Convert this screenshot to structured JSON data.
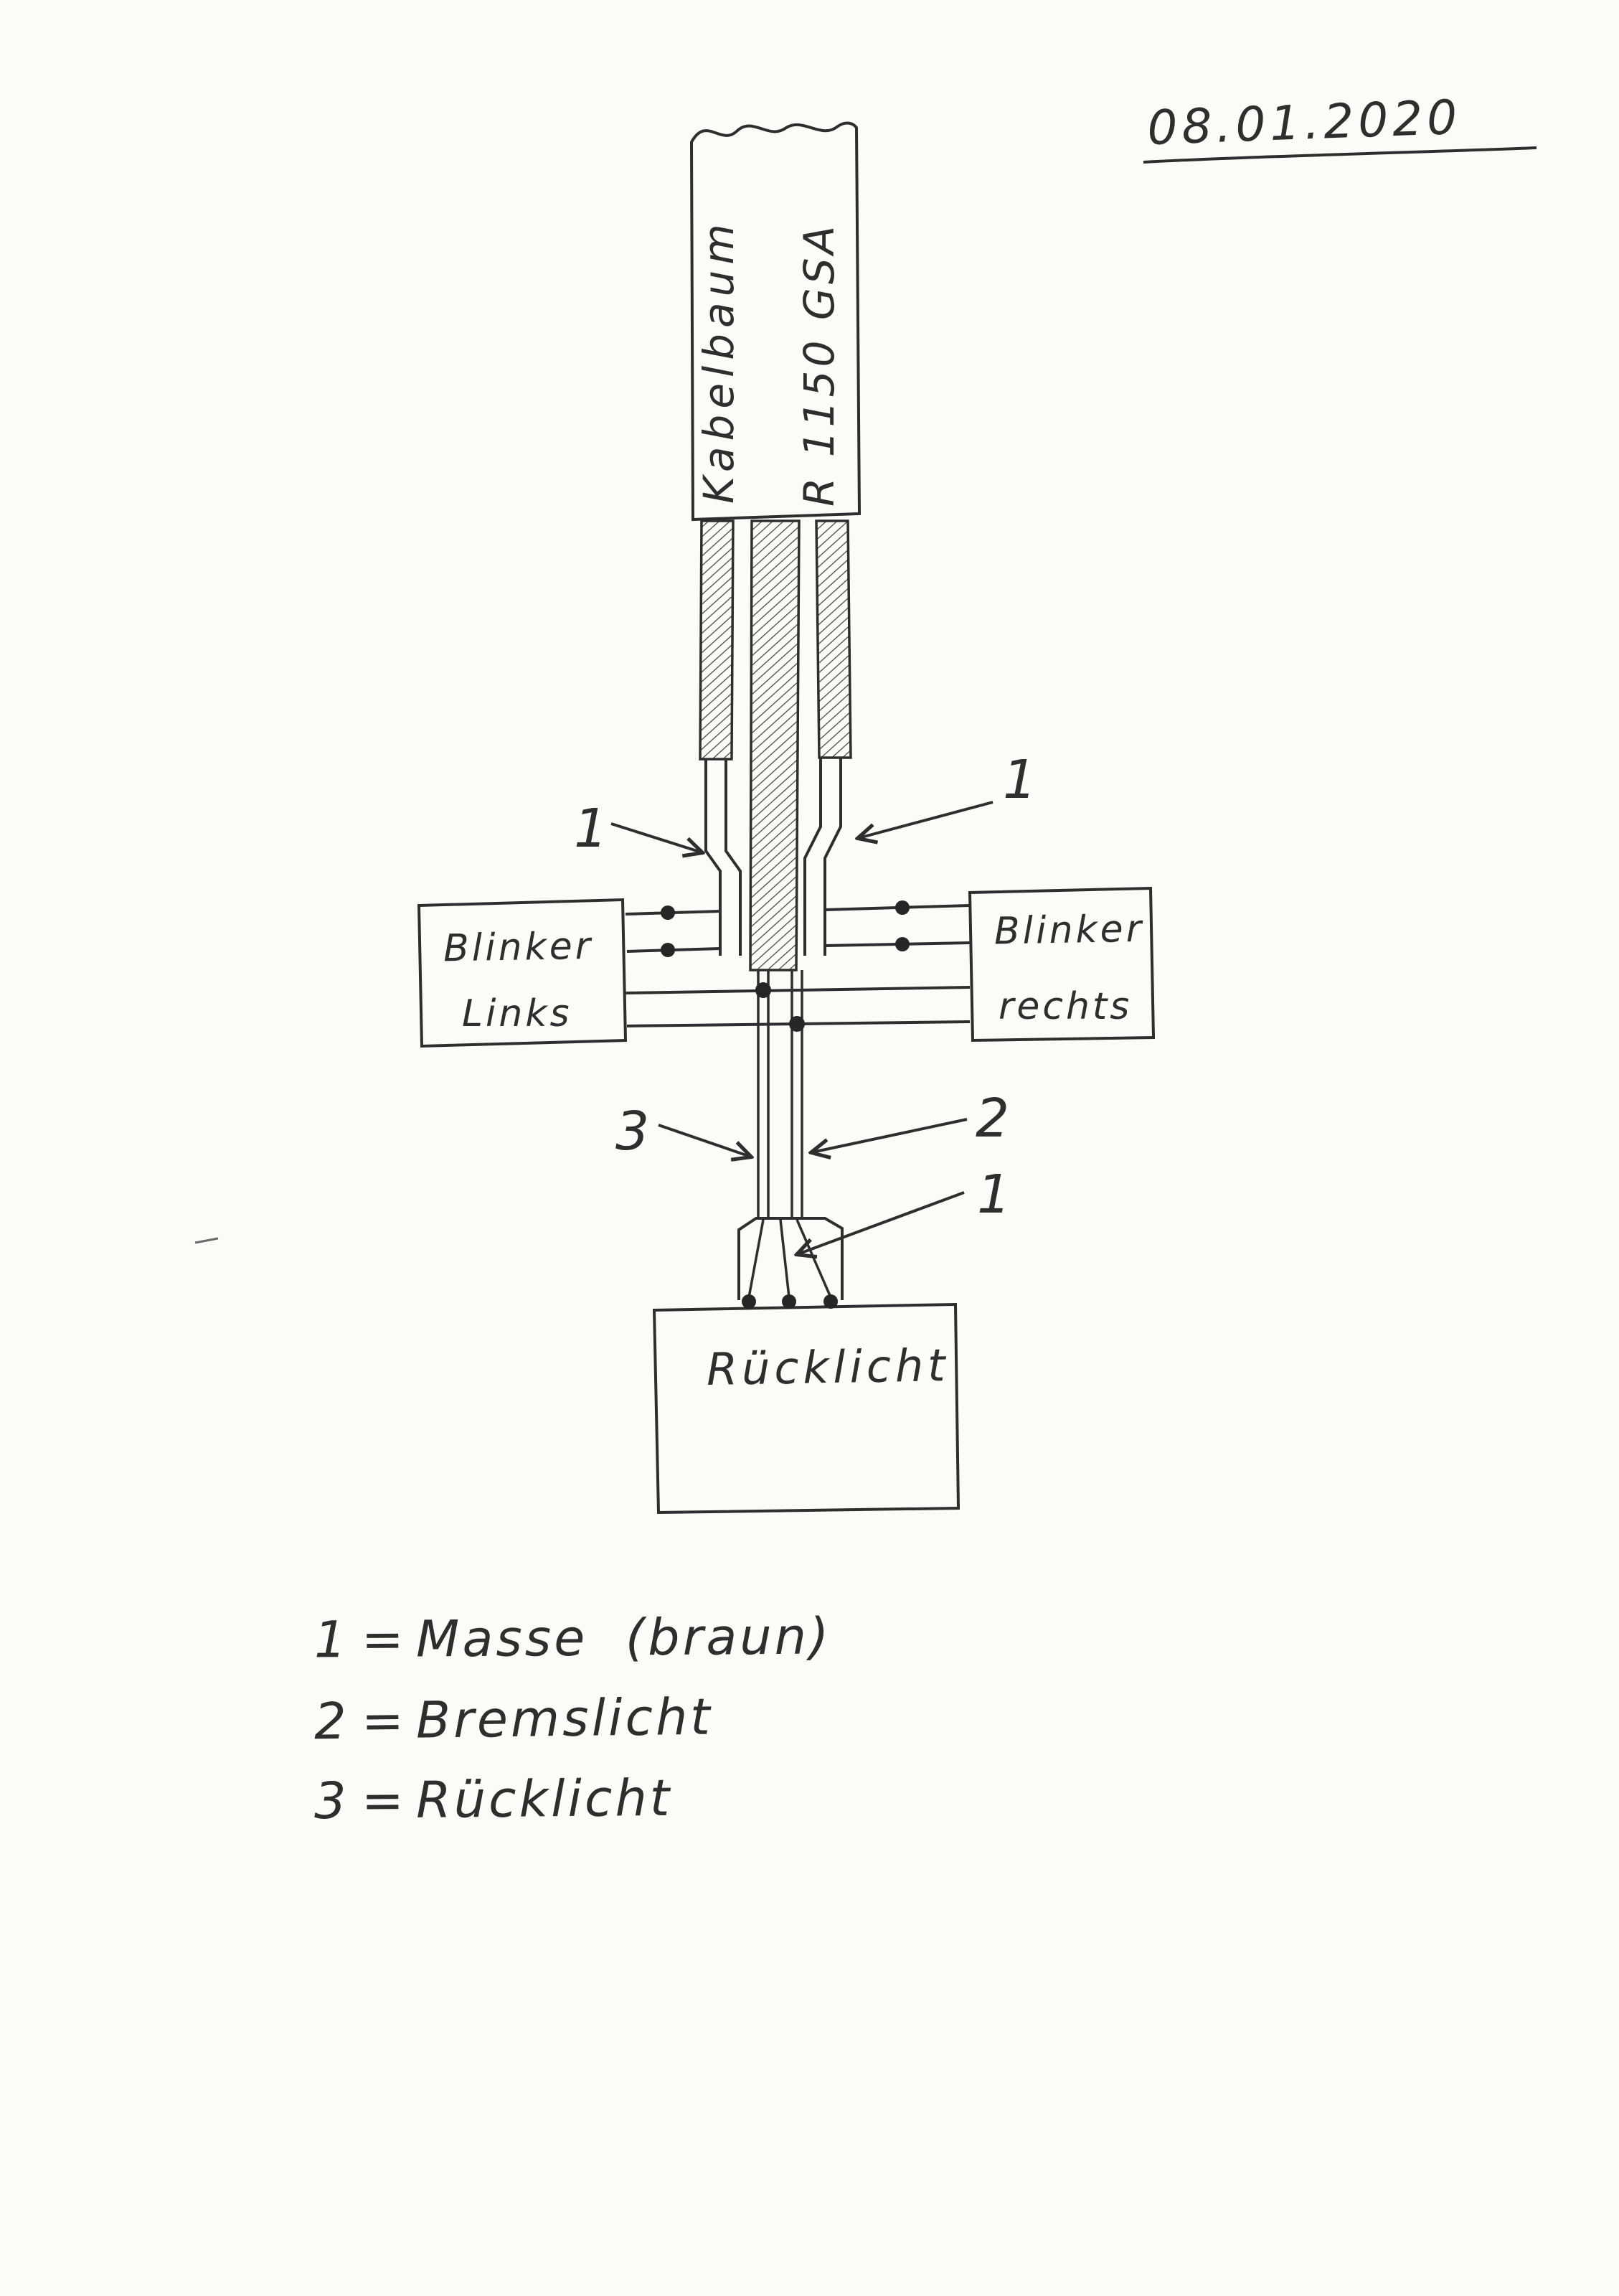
{
  "page": {
    "background": "#fbfbf8",
    "ink": "#2e2e2e",
    "date": "08.01.2020"
  },
  "harness": {
    "line1": "Kabelbaum",
    "line2": "R 1150 GSA"
  },
  "boxes": {
    "blinker_left": {
      "line1": "Blinker",
      "line2": "Links"
    },
    "blinker_right": {
      "line1": "Blinker",
      "line2": "rechts"
    },
    "taillight": {
      "label": "Rücklicht"
    }
  },
  "callouts": {
    "left_wire": "1",
    "right_wire": "1",
    "tail_wire_3": "3",
    "tail_wire_2": "2",
    "tail_wire_1": "1"
  },
  "legend": {
    "items": [
      {
        "num": "1",
        "sep": "=",
        "label": "Masse  (braun)"
      },
      {
        "num": "2",
        "sep": "=",
        "label": "Bremslicht"
      },
      {
        "num": "3",
        "sep": "=",
        "label": "Rücklicht"
      }
    ]
  }
}
